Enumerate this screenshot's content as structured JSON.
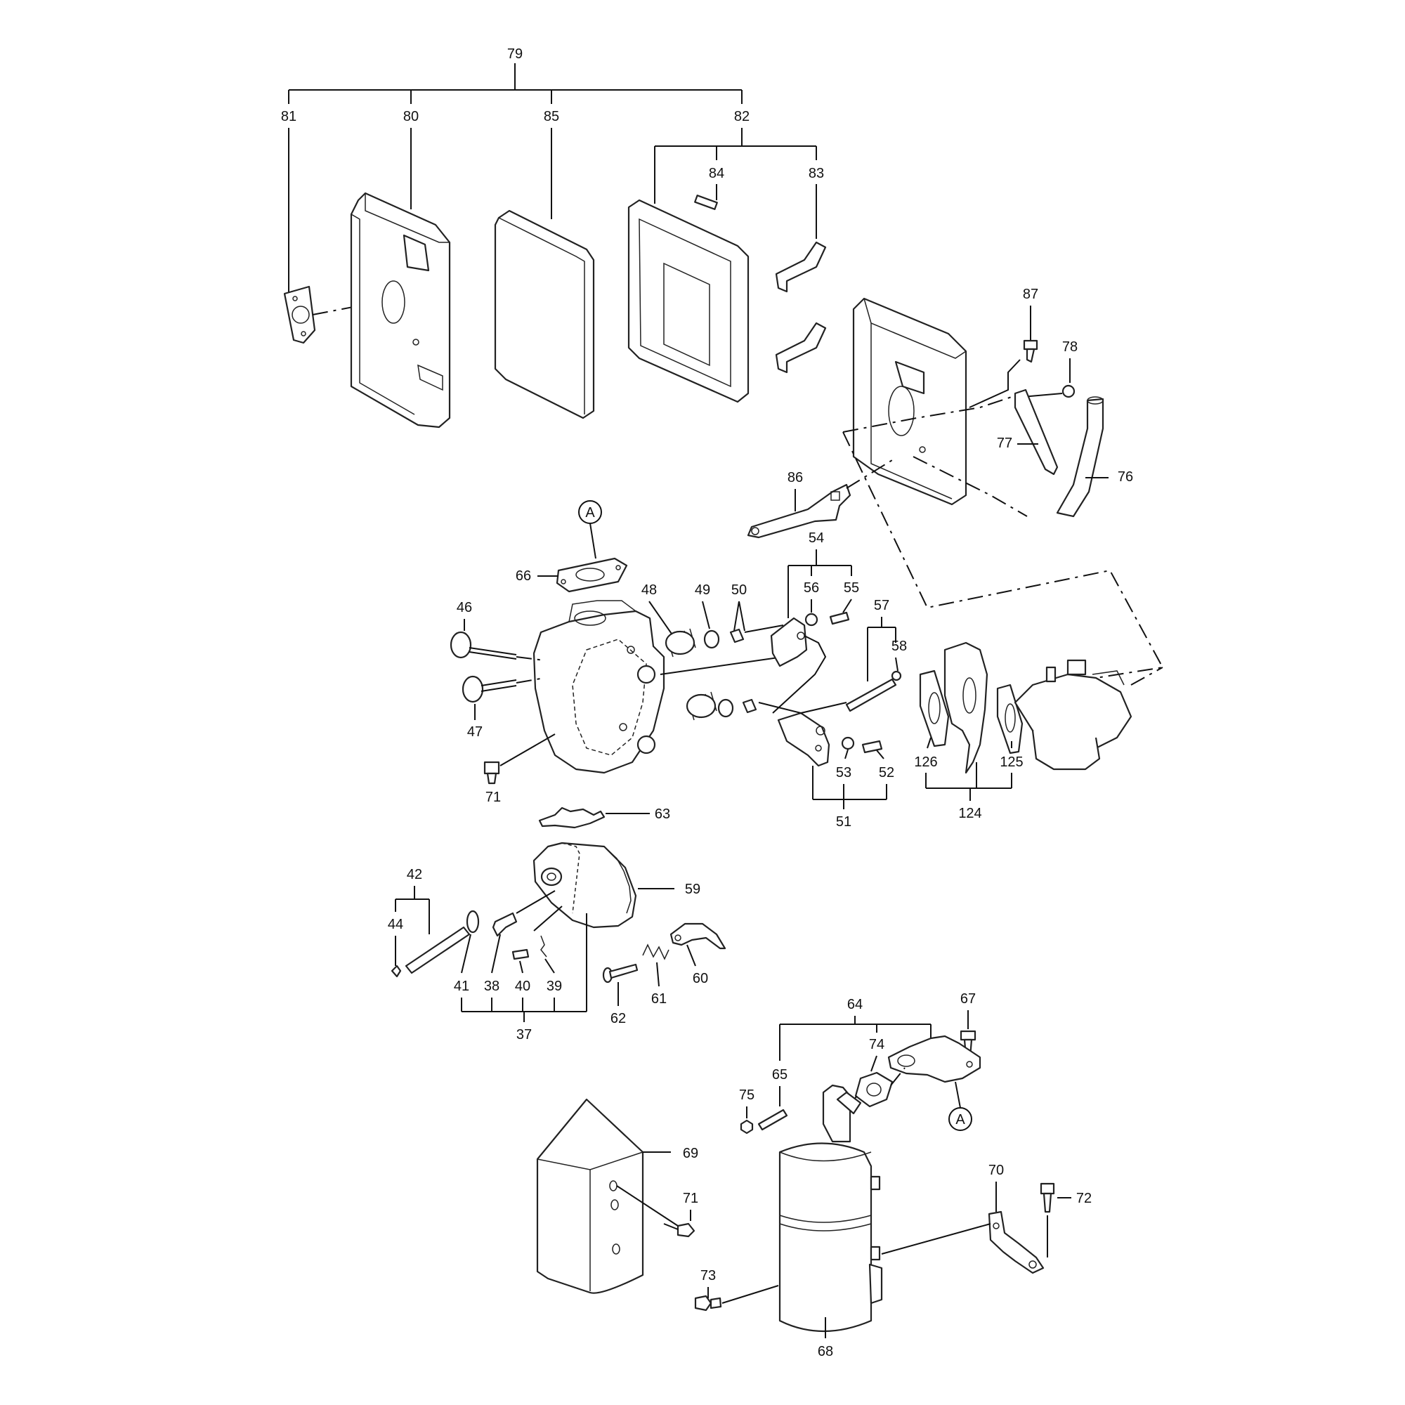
{
  "labels": {
    "n79": "79",
    "n81": "81",
    "n80": "80",
    "n85": "85",
    "n82": "82",
    "n84": "84",
    "n83": "83",
    "n87": "87",
    "n78": "78",
    "n77": "77",
    "n76": "76",
    "n86": "86",
    "nA1": "A",
    "n66": "66",
    "n54": "54",
    "n56": "56",
    "n55": "55",
    "n48": "48",
    "n49": "49",
    "n50": "50",
    "n46": "46",
    "n57": "57",
    "n58": "58",
    "n47": "47",
    "n71a": "71",
    "n53": "53",
    "n52": "52",
    "n51": "51",
    "n126": "126",
    "n125": "125",
    "n124": "124",
    "n63": "63",
    "n42": "42",
    "n44": "44",
    "n59": "59",
    "n41": "41",
    "n38": "38",
    "n40": "40",
    "n39": "39",
    "n37": "37",
    "n60": "60",
    "n61": "61",
    "n62": "62",
    "n64": "64",
    "n67": "67",
    "n74": "74",
    "n65": "65",
    "n75": "75",
    "nA2": "A",
    "n69": "69",
    "n71b": "71",
    "n70": "70",
    "n72": "72",
    "n73": "73",
    "n68": "68"
  }
}
